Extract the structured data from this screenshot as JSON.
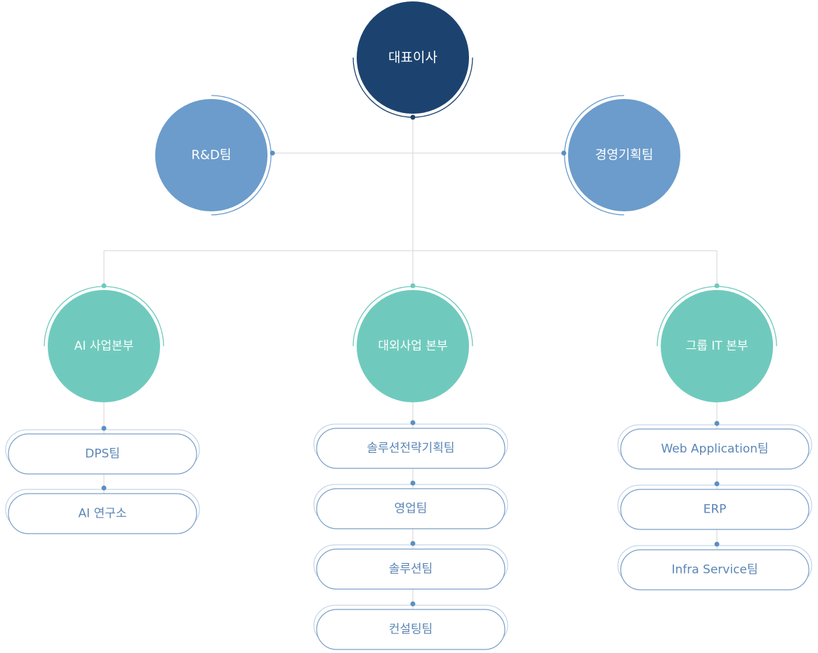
{
  "org": {
    "ceo": {
      "label": "대표이사",
      "color": "#1c436f"
    },
    "staff_left": {
      "label": "R&D팀",
      "color": "#6b9ccb"
    },
    "staff_right": {
      "label": "경영기획팀",
      "color": "#6b9ccb"
    },
    "divisions": [
      {
        "label": "AI 사업본부",
        "color": "#6fcabd",
        "teams": [
          "DPS팀",
          "AI 연구소"
        ]
      },
      {
        "label": "대외사업 본부",
        "color": "#6fcabd",
        "teams": [
          "솔루션전략기획팀",
          "영업팀",
          "솔루션팀",
          "컨설팅팀"
        ]
      },
      {
        "label": "그룹 IT 본부",
        "color": "#6fcabd",
        "teams": [
          "Web Application팀",
          "ERP",
          "Infra Service팀"
        ]
      }
    ]
  },
  "colors": {
    "line": "#d6d6d6",
    "team_text": "#5b86b6",
    "team_border": "#7a9fc8",
    "dot_blue": "#5b8fc4",
    "dot_teal": "#6fcabd",
    "dot_dark": "#1c436f"
  }
}
